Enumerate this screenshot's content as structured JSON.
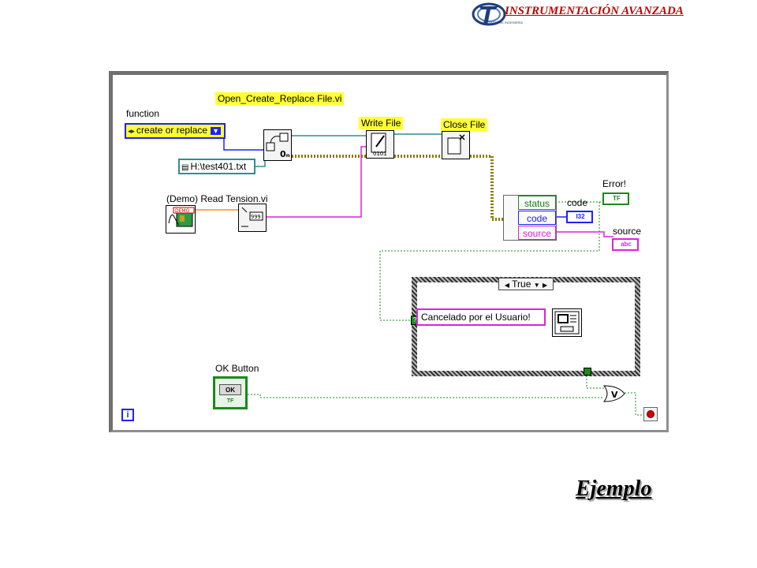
{
  "header": {
    "title": "INSTRUMENTACIÓN AVANZADA",
    "logo_caption": "FACULTAD DE INGENIERÍA"
  },
  "diagram": {
    "vi_open": "Open_Create_Replace File.vi",
    "function_label": "function",
    "function_value": "create or replace",
    "path_value": "H:\\test401.txt",
    "write_label": "Write File",
    "close_label": "Close File",
    "read_label": "(Demo) Read Tension.vi",
    "demo_badge": "DEMO",
    "format_digits": "999",
    "open_terminal_glyph": "0ₙ",
    "write_glyph": "0101",
    "error_cluster": {
      "status": "status",
      "code": "code",
      "source": "source"
    },
    "code_label": "code",
    "code_type": "I32",
    "error_label": "Error!",
    "error_type": "TF",
    "source_label": "source",
    "source_type": "abc",
    "case_value": "True",
    "message": "Cancelado por el Usuario!",
    "ok_label": "OK Button",
    "ok_text": "OK",
    "ok_type": "TF",
    "or_glyph": "V",
    "info_glyph": "i",
    "wire_colors": {
      "file_ref": "#2f8f8f",
      "error": "#8c7a00",
      "string": "#e020e0",
      "bool": "#1a8a1a",
      "enum": "#2020ff",
      "int": "#2020ff"
    }
  },
  "footer": {
    "title": "Ejemplo"
  }
}
